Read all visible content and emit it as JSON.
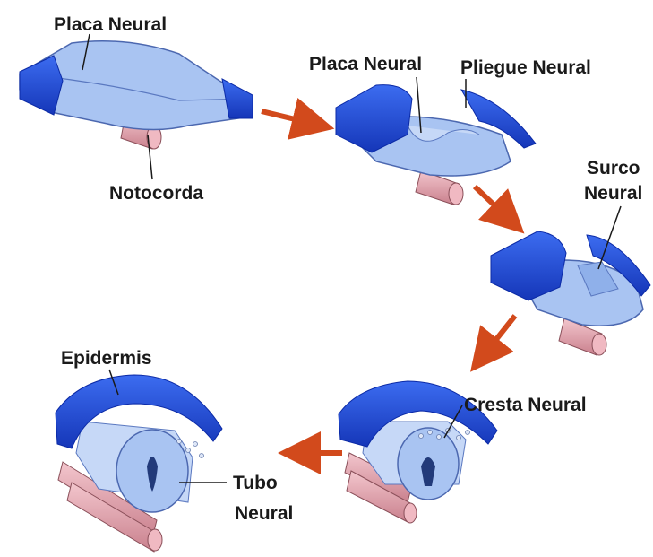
{
  "labels": {
    "placa_neural_1": "Placa Neural",
    "notocorda": "Notocorda",
    "placa_neural_2": "Placa Neural",
    "pliegue_neural": "Pliegue Neural",
    "surco_line1": "Surco",
    "surco_line2": "Neural",
    "cresta_neural": "Cresta Neural",
    "epidermis": "Epidermis",
    "tubo_line1": "Tubo",
    "tubo_line2": "Neural"
  },
  "colors": {
    "epidermis_blue": "#1f4fe0",
    "epidermis_dark": "#0b2aa6",
    "plate_light": "#a9c4f2",
    "plate_edge": "#5a78c0",
    "notochord_pink": "#e7a9b3",
    "arrow": "#d24a1c"
  }
}
